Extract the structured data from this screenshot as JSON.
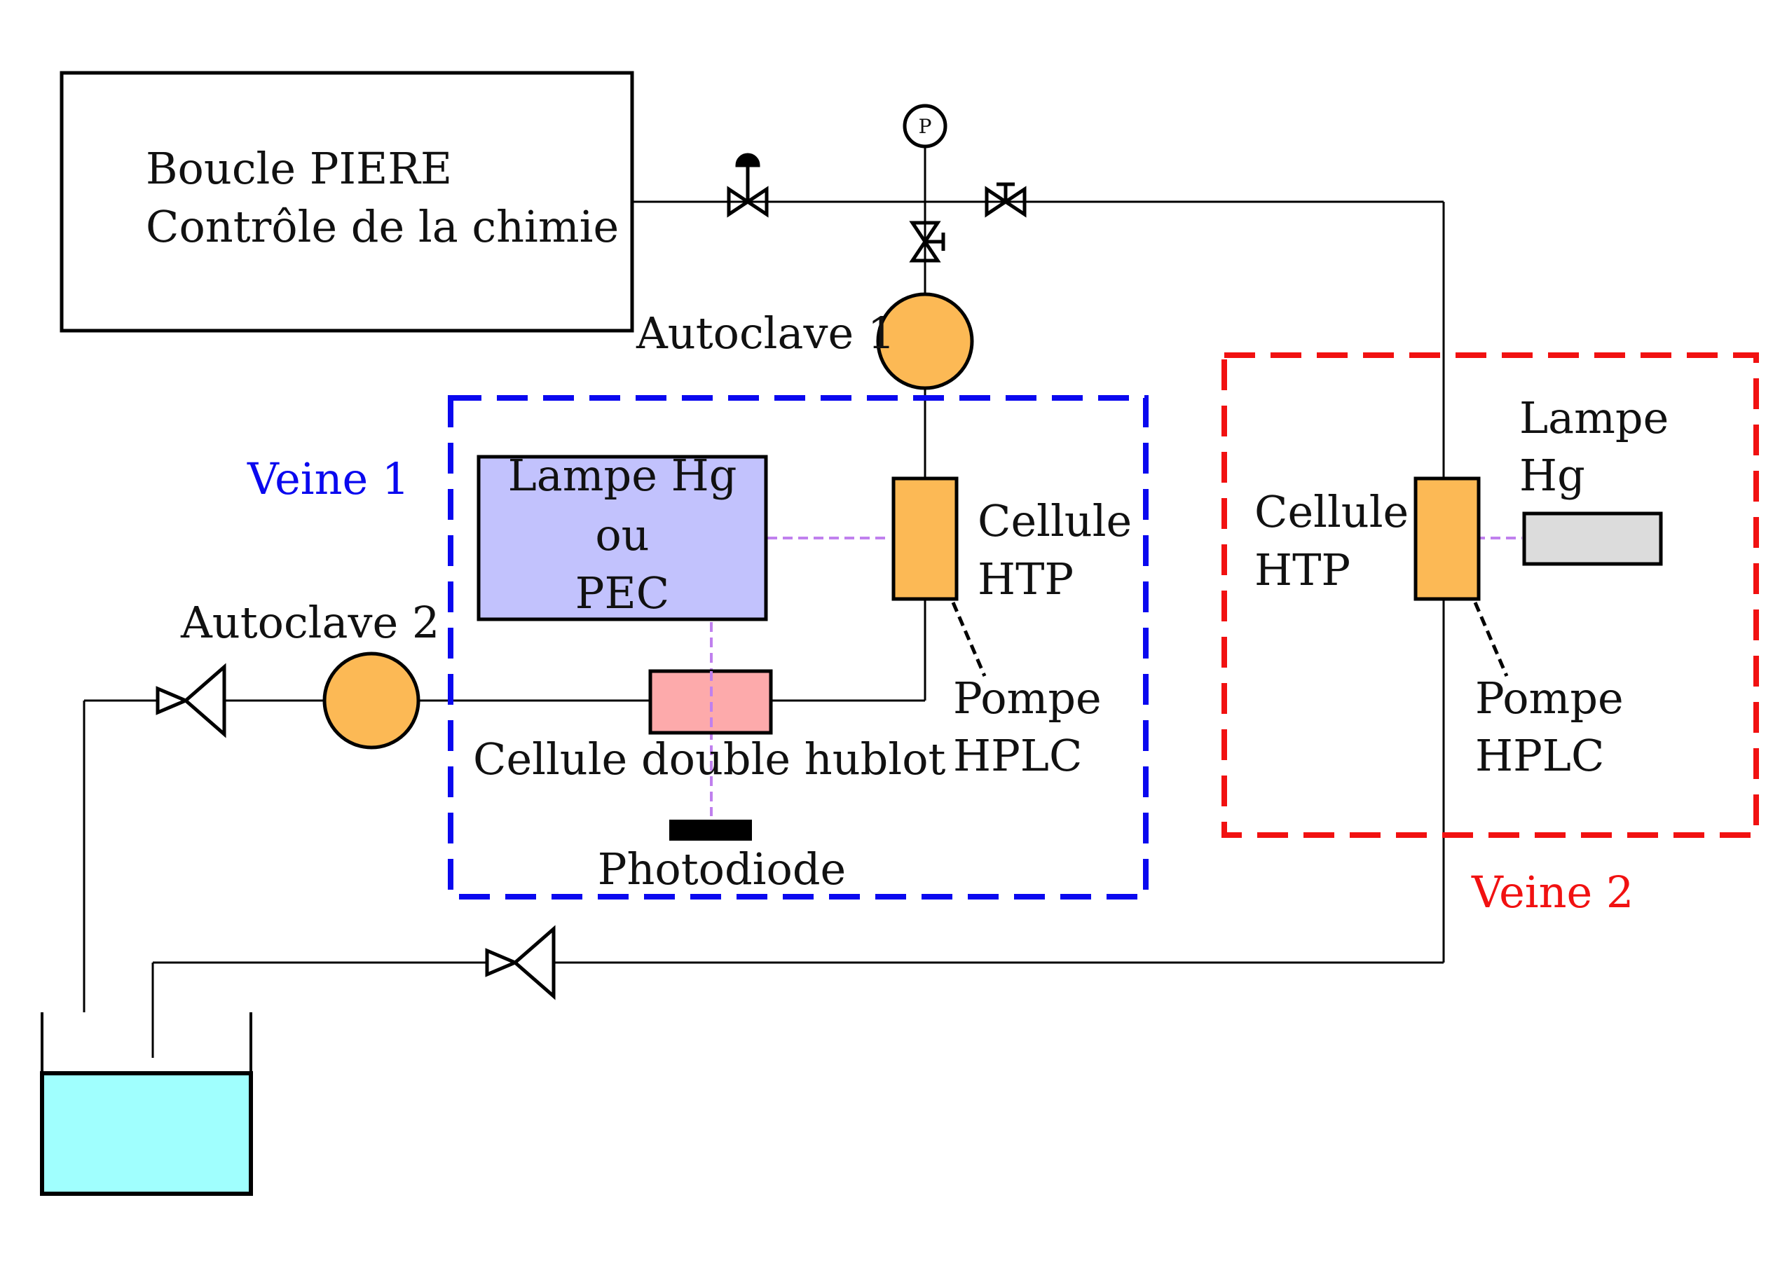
{
  "colors": {
    "line": "#000000",
    "autoclave_fill": "#fcb955",
    "cell_fill": "#fcb955",
    "lamp_pec_fill": "#c2c2fd",
    "double_cell_fill": "#fdaaab",
    "lamp_hg_fill": "#dcdcdc",
    "tank_fill": "#a0fffe",
    "vein1_color": "#0a08ef",
    "vein2_color": "#f11111",
    "laser_color": "#c080ee"
  },
  "loop_box": {
    "line1": "Boucle PIERE",
    "line2": "Contrôle de la chimie"
  },
  "autoclave1": {
    "label": "Autoclave 1"
  },
  "autoclave2": {
    "label": "Autoclave 2"
  },
  "pressure_gauge": {
    "symbol": "P"
  },
  "vein1": {
    "label": "Veine 1",
    "lamp": {
      "line1": "Lampe Hg",
      "line2": "ou",
      "line3": "PEC"
    },
    "cell": {
      "line1": "Cellule",
      "line2": "HTP"
    },
    "pump": {
      "line1": "Pompe",
      "line2": "HPLC"
    },
    "double_cell": {
      "label": "Cellule double hublot"
    },
    "photodiode": {
      "label": "Photodiode"
    }
  },
  "vein2": {
    "label": "Veine 2",
    "lamp": {
      "line1": "Lampe",
      "line2": "Hg"
    },
    "cell": {
      "line1": "Cellule",
      "line2": "HTP"
    },
    "pump": {
      "line1": "Pompe",
      "line2": "HPLC"
    }
  },
  "icons": {
    "valve": "bowtie-valve-icon",
    "hand_valve": "hand-valve-icon",
    "check_valve": "check-valve-icon",
    "pressure_gauge": "pressure-gauge-icon"
  }
}
